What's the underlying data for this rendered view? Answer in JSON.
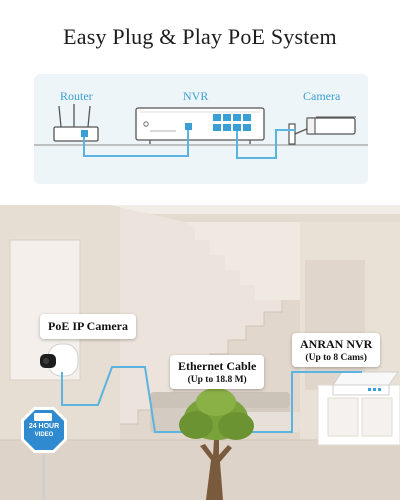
{
  "title": "Easy Plug & Play PoE System",
  "topology": {
    "router_label": "Router",
    "nvr_label": "NVR",
    "camera_label": "Camera"
  },
  "scene": {
    "poe_camera": {
      "label": "PoE IP Camera"
    },
    "ethernet_cable": {
      "label": "Ethernet Cable",
      "detail": "(Up to 18.8 M)"
    },
    "nvr": {
      "label": "ANRAN NVR",
      "detail": "(Up to 8 Cams)"
    },
    "sign": {
      "line1": "24 HOUR",
      "line2": "VIDEO"
    }
  },
  "colors": {
    "accent": "#3a9fd4",
    "cable": "#5bb3e0",
    "panel": "#eef5f8",
    "device_outline": "#555555",
    "wall": "#ece4dc",
    "floor": "#ddd3c9",
    "foliage": "#7aa23a",
    "trunk": "#7a5a3c"
  }
}
